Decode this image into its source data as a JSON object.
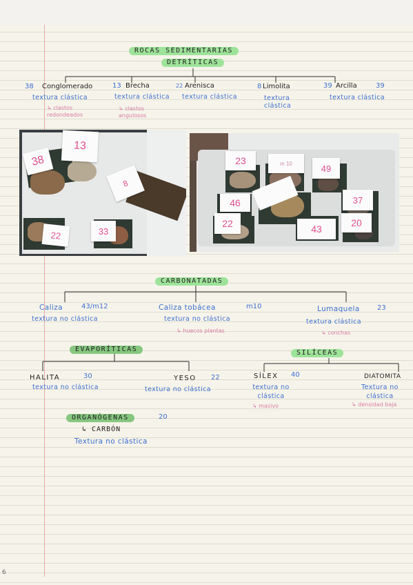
{
  "title": "ROCAS SEDIMENTARIAS",
  "detriticas": {
    "heading": "DETRÍTICAS",
    "items": [
      {
        "num": "38",
        "name": "Conglomerado",
        "texture": "textura clástica",
        "note": "↳ clastos redondeados"
      },
      {
        "num": "13",
        "name": "Brecha",
        "texture": "textura clástica",
        "note": "↳ clastos angulosos"
      },
      {
        "num": "22",
        "name": "Arenisca",
        "texture": "textura clástica",
        "note": ""
      },
      {
        "num": "8",
        "name": "Limolita",
        "texture": "textura clástica",
        "note": ""
      },
      {
        "num": "39",
        "name": "Arcilla",
        "num2": "39",
        "texture": "textura clástica",
        "note": ""
      }
    ]
  },
  "photos": {
    "left_labels": [
      "38",
      "13",
      "8",
      "22",
      "33"
    ],
    "right_labels": [
      "23",
      "49",
      "46",
      "37",
      "22",
      "43",
      "20"
    ],
    "right_small_label": "m 10"
  },
  "carbonatadas": {
    "heading": "CARBONATADAS",
    "items": [
      {
        "name": "Caliza",
        "num": "43/m12",
        "texture": "textura no clástica",
        "note": ""
      },
      {
        "name": "Caliza tobácea",
        "num": "m10",
        "texture": "textura no clástica",
        "note": "↳ huecos plantas"
      },
      {
        "name": "Lumaquela",
        "num": "23",
        "texture": "textura clástica",
        "note": "↳ conchas"
      }
    ]
  },
  "evaporiticas": {
    "heading": "EVAPORÍTICAS",
    "items": [
      {
        "name": "HALITA",
        "num": "30",
        "texture": "textura no clástica"
      },
      {
        "name": "YESO",
        "num": "22",
        "texture": "textura no clástica"
      }
    ]
  },
  "siliceas": {
    "heading": "SILÍCEAS",
    "items": [
      {
        "name": "SÍLEX",
        "num": "40",
        "texture": "textura no clástica",
        "note": "↳ masivo"
      },
      {
        "name": "DIATOMITA",
        "num": "",
        "texture": "Textura no clástica",
        "note": "↳ densidad baja"
      }
    ]
  },
  "organogenas": {
    "heading": "ORGANÓGENAS",
    "num": "20",
    "item": "↳ CARBÓN",
    "texture": "Textura no clástica"
  },
  "page_number": "6"
}
